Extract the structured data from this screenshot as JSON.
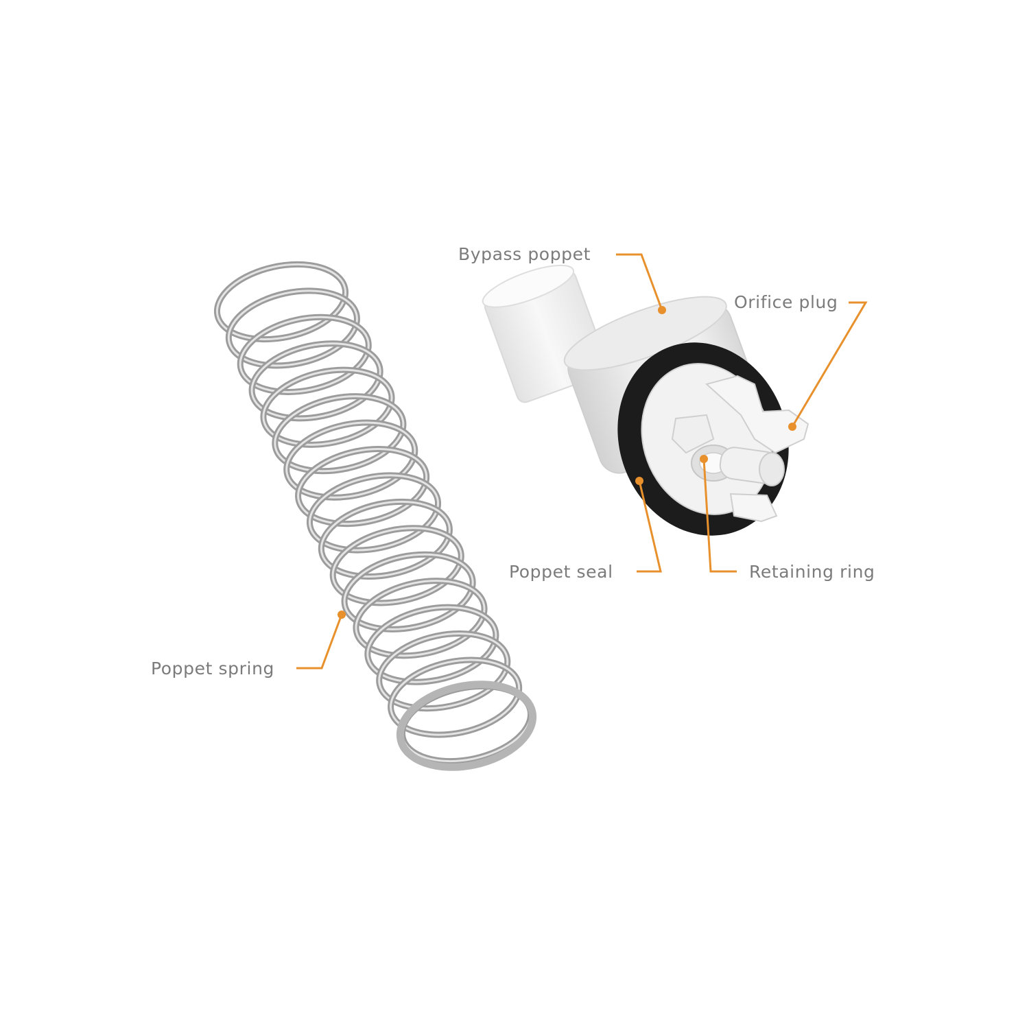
{
  "callouts": {
    "bypass_poppet": "Bypass poppet",
    "orifice_plug": "Orifice plug",
    "poppet_seal": "Poppet seal",
    "retaining_ring": "Retaining ring",
    "poppet_spring": "Poppet spring"
  },
  "colors": {
    "background": "#ffffff",
    "label_text": "#7b7b7b",
    "leader_line": "#e8912c",
    "spring_steel": "#a9a9a9",
    "poppet_body": "#e6e6e6",
    "seal": "#1c1c1c",
    "orifice_plug": "#f4f4f4"
  }
}
